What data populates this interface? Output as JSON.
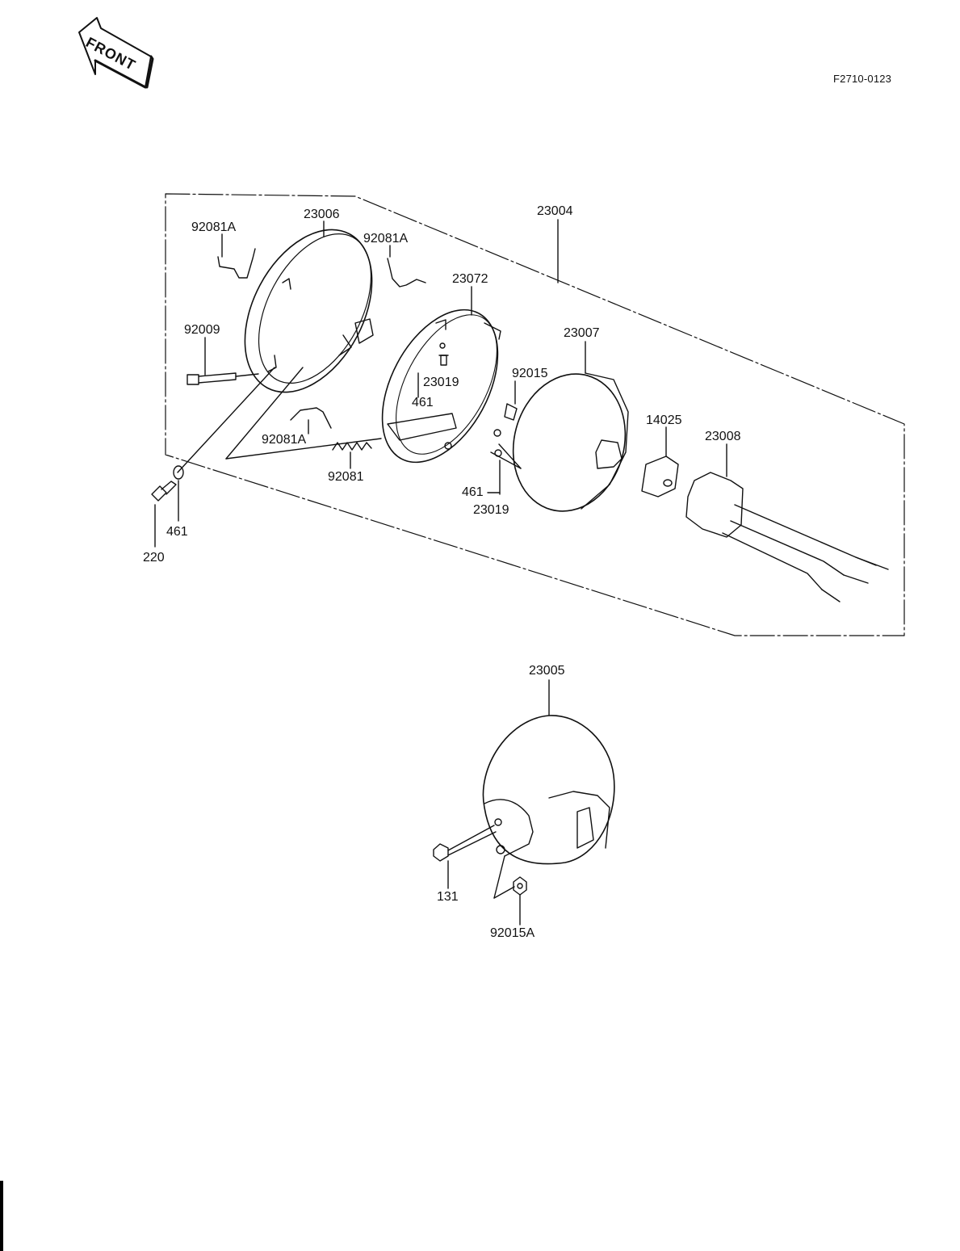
{
  "badge": {
    "text": "FRONT",
    "color": "#000000"
  },
  "diagram_id": "F2710-0123",
  "parts": {
    "p23006": "23006",
    "p92081A_1": "92081A",
    "p92081A_2": "92081A",
    "p92081A_3": "92081A",
    "p23004": "23004",
    "p23072": "23072",
    "p92009": "92009",
    "p23019_1": "23019",
    "p461_1": "461",
    "p23007": "23007",
    "p92015": "92015",
    "p14025": "14025",
    "p23008": "23008",
    "p92081": "92081",
    "p461_2": "461",
    "p23019_2": "23019",
    "p461_3": "461",
    "p220": "220",
    "p23005": "23005",
    "p131": "131",
    "p92015A": "92015A"
  },
  "colors": {
    "ink": "#111111",
    "paper": "#ffffff"
  }
}
